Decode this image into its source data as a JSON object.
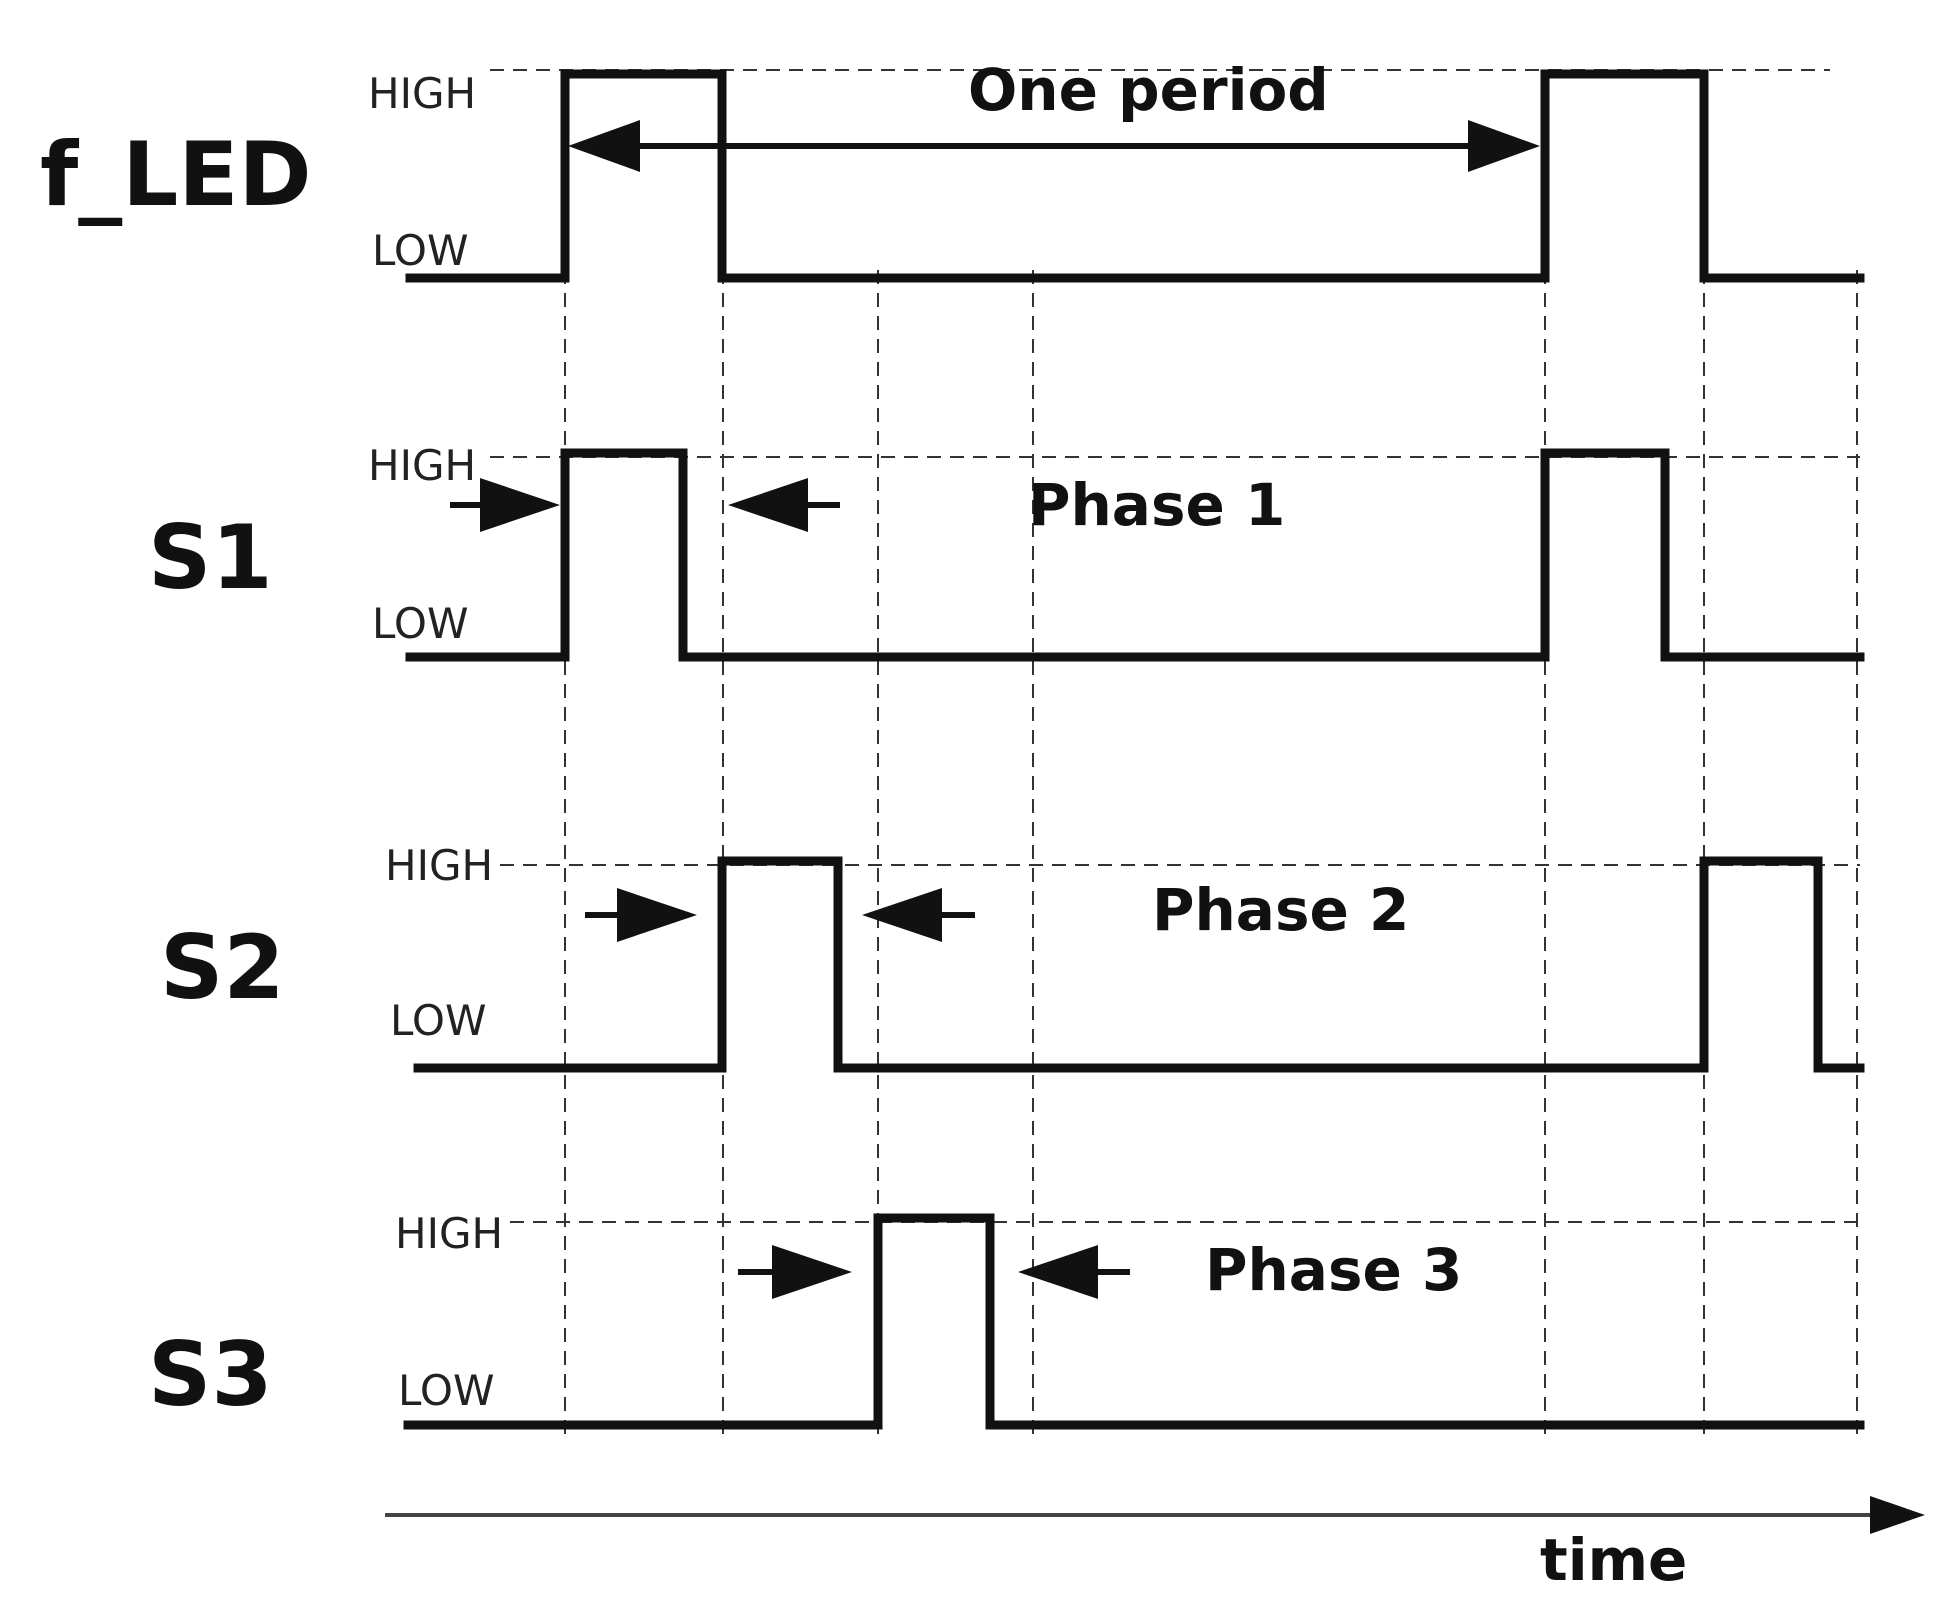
{
  "diagram": {
    "time_label": "time",
    "period_label": "One period",
    "level_high": "HIGH",
    "level_low": "LOW",
    "signals": [
      {
        "name": "f_LED",
        "transitions": [
          "low",
          "high",
          "low",
          "high",
          "low"
        ]
      },
      {
        "name": "S1",
        "phase_label": "Phase 1",
        "transitions": [
          "low",
          "high",
          "low",
          "high",
          "low"
        ]
      },
      {
        "name": "S2",
        "phase_label": "Phase 2",
        "transitions": [
          "low",
          "high",
          "low",
          "high",
          "low"
        ]
      },
      {
        "name": "S3",
        "phase_label": "Phase 3",
        "transitions": [
          "low",
          "high",
          "low"
        ]
      }
    ]
  },
  "colors": {
    "ink": "#111111",
    "background": "#ffffff"
  }
}
